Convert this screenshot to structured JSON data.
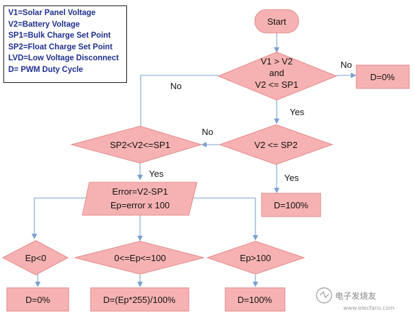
{
  "legend": {
    "lines": [
      "V1=Solar Panel Voltage",
      "V2=Battery Voltage",
      "SP1=Bulk Charge Set Point",
      "SP2=Float Charge Set Point",
      "LVD=Low Voltage Disconnect",
      "D= PWM Duty Cycle"
    ]
  },
  "nodes": {
    "start": "Start",
    "decision1": [
      "V1 > V2",
      "and",
      "V2 <= SP1"
    ],
    "d0_top": "D=0%",
    "decision2": "V2 <= SP2",
    "decision3": "SP2<V2<=SP1",
    "d100_right": "D=100%",
    "error_calc": [
      "Error=V2-SP1",
      "Ep=error x 100"
    ],
    "ep_neg": "Ep<0",
    "ep_mid": "0<=Ep<=100",
    "ep_high": "Ep>100",
    "d0_bottom": "D=0%",
    "d_formula": "D=(Ep*255)/100%",
    "d100_bottom": "D=100%"
  },
  "edges": {
    "no_d1_right": "No",
    "no_d1_left": "No",
    "yes_d1_down": "Yes",
    "no_d2_left": "No",
    "yes_d2_down": "Yes",
    "yes_d3_down": "Yes"
  },
  "watermark": {
    "text": "电子发烧友",
    "url": "www.elecfans.com"
  },
  "colors": {
    "shape_fill": "#f6b2b2",
    "shape_stroke": "#e58a8a",
    "edge": "#7aa2cf",
    "legend_text": "#1f2f8f"
  }
}
